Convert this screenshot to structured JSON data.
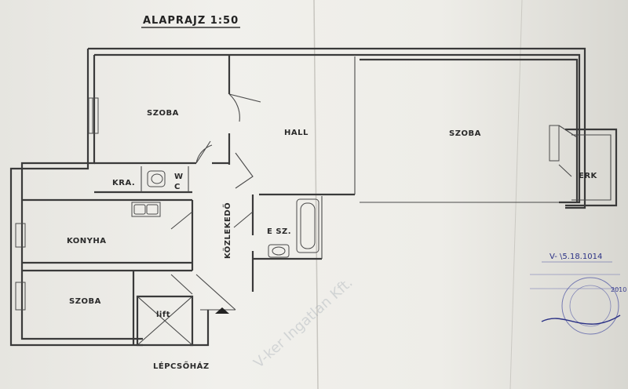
{
  "title": "ALAPRAJZ 1:50",
  "rooms": {
    "szoba_top": "SZOBA",
    "hall": "HALL",
    "szoba_big": "SZOBA",
    "erk": "ERK",
    "kra": "KRA.",
    "wc_w": "W",
    "wc_c": "C",
    "konyha": "KONYHA",
    "kozlekedo": "KÖZLEKEDŐ",
    "esz": "E SZ.",
    "szoba_bottom": "SZOBA",
    "lift": "lift",
    "lepcsohaz": "LÉPCSŐHÁZ"
  },
  "stamp": {
    "line1": "V- \\5.18.1014",
    "line2": "2010"
  },
  "watermark": "V-ker Ingatlan Kft."
}
